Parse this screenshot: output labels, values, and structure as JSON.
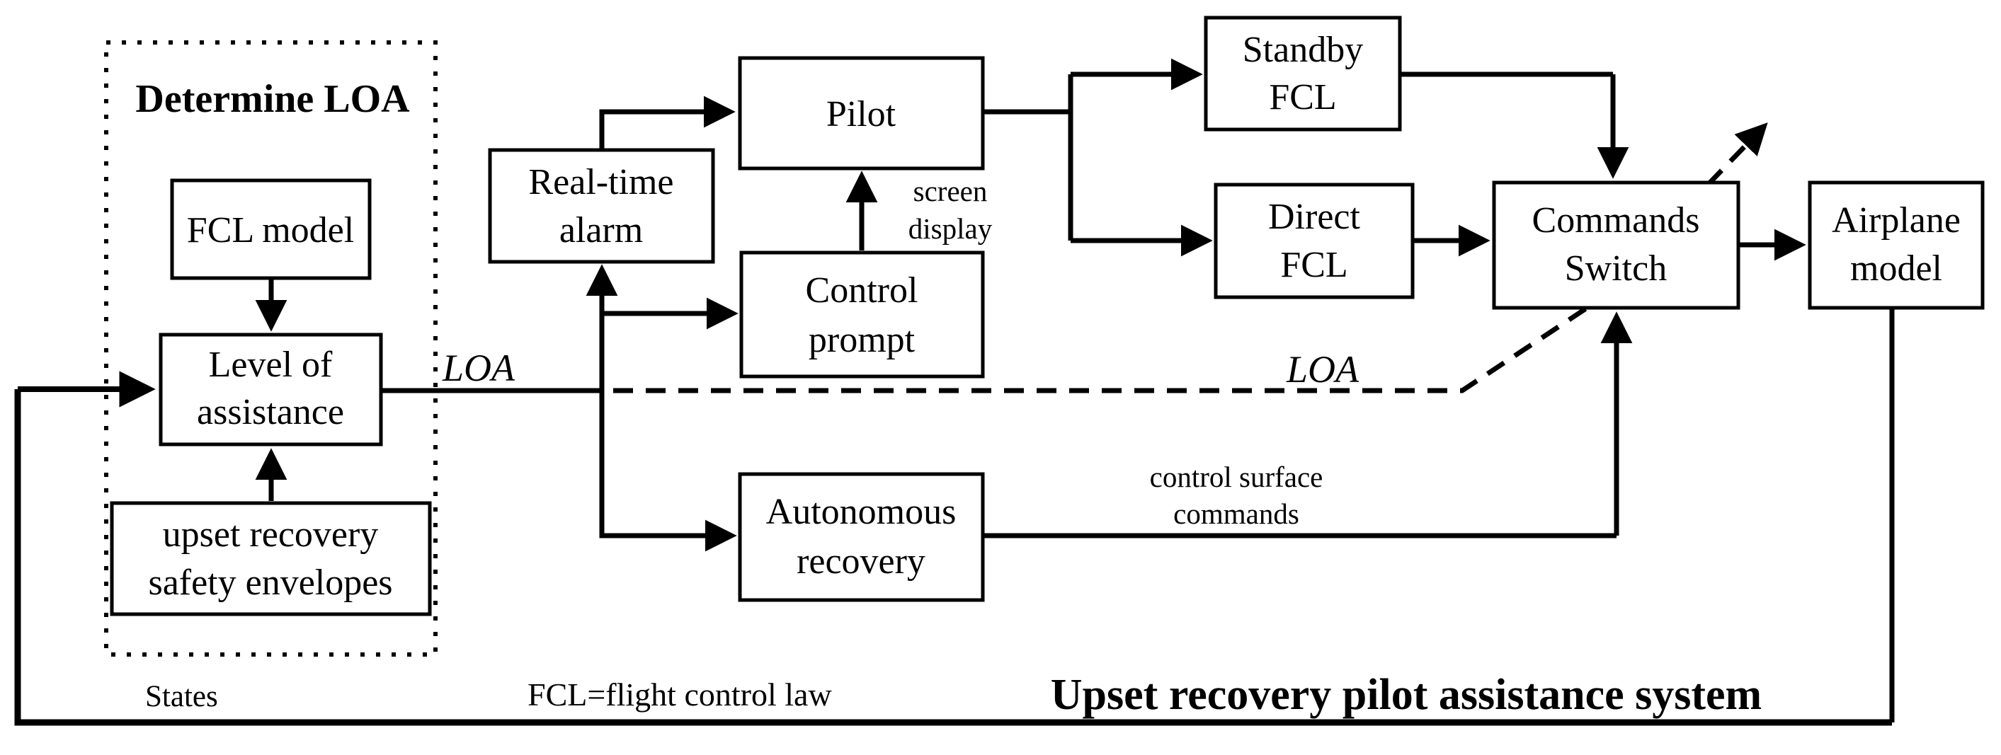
{
  "figure": {
    "background_color": "#ffffff",
    "ink_color": "#000000",
    "title": "Upset recovery pilot assistance system",
    "legend": "FCL=flight control law"
  },
  "group_box": {
    "label": "Determine LOA"
  },
  "nodes": {
    "fcl_model": {
      "label": "FCL model"
    },
    "level_of_assistance": {
      "line1": "Level of",
      "line2": "assistance"
    },
    "upset_recovery_envelopes": {
      "line1": "upset recovery",
      "line2": "safety envelopes"
    },
    "real_time_alarm": {
      "line1": "Real-time",
      "line2": "alarm"
    },
    "pilot": {
      "label": "Pilot"
    },
    "control_prompt": {
      "line1": "Control",
      "line2": "prompt"
    },
    "autonomous_recovery": {
      "line1": "Autonomous",
      "line2": "recovery"
    },
    "standby_fcl": {
      "line1": "Standby",
      "line2": "FCL"
    },
    "direct_fcl": {
      "line1": "Direct",
      "line2": "FCL"
    },
    "commands_switch": {
      "line1": "Commands",
      "line2": "Switch"
    },
    "airplane_model": {
      "line1": "Airplane",
      "line2": "model"
    }
  },
  "edge_labels": {
    "loa_solid": "LOA",
    "loa_dashed": "LOA",
    "screen_display_line1": "screen",
    "screen_display_line2": "display",
    "control_surface_line1": "control surface",
    "control_surface_line2": "commands",
    "states": "States"
  }
}
